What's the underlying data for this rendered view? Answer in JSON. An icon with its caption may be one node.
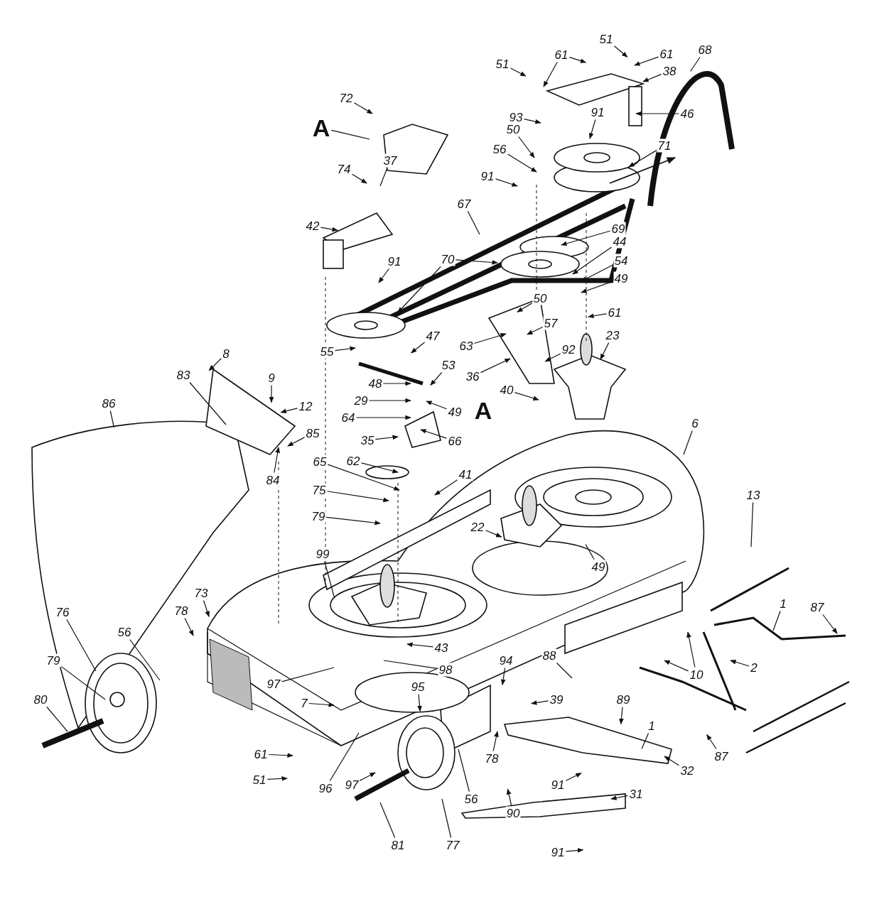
{
  "diagram": {
    "nodes": [
      {
        "text": [
          "51"
        ]
      },
      {
        "text": [
          "61"
        ]
      },
      {
        "text": [
          "38"
        ]
      },
      {
        "text": [
          "61"
        ]
      },
      {
        "text": [
          "51"
        ]
      },
      {
        "text": [
          "72"
        ]
      },
      {
        "text": [
          "A"
        ]
      },
      {
        "text": [
          "93"
        ]
      },
      {
        "text": [
          "91"
        ]
      },
      {
        "text": [
          "46"
        ]
      },
      {
        "text": [
          "50"
        ]
      },
      {
        "text": [
          "68"
        ]
      },
      {
        "text": [
          "71"
        ]
      },
      {
        "text": [
          "56"
        ]
      },
      {
        "text": [
          "91"
        ]
      },
      {
        "text": [
          "74"
        ]
      },
      {
        "text": [
          "37"
        ]
      },
      {
        "text": [
          "67"
        ]
      },
      {
        "text": [
          "42"
        ]
      },
      {
        "text": [
          "69"
        ]
      },
      {
        "text": [
          "44"
        ]
      },
      {
        "text": [
          "91"
        ]
      },
      {
        "text": [
          "70"
        ]
      },
      {
        "text": [
          "54"
        ]
      },
      {
        "text": [
          "49"
        ]
      },
      {
        "text": [
          "50"
        ]
      },
      {
        "text": [
          "61"
        ]
      },
      {
        "text": [
          "57"
        ]
      },
      {
        "text": [
          "47"
        ]
      },
      {
        "text": [
          "92"
        ]
      },
      {
        "text": [
          "23"
        ]
      },
      {
        "text": [
          "63"
        ]
      },
      {
        "text": [
          "8"
        ]
      },
      {
        "text": [
          "55"
        ]
      },
      {
        "text": [
          "53"
        ]
      },
      {
        "text": [
          "36"
        ]
      },
      {
        "text": [
          "83"
        ]
      },
      {
        "text": [
          "9"
        ]
      },
      {
        "text": [
          "48"
        ]
      },
      {
        "text": [
          "40"
        ]
      },
      {
        "text": [
          "29"
        ]
      },
      {
        "text": [
          "64"
        ]
      },
      {
        "text": [
          "12"
        ]
      },
      {
        "text": [
          "49"
        ]
      },
      {
        "text": [
          "86"
        ]
      },
      {
        "text": [
          "6"
        ]
      },
      {
        "text": [
          "85"
        ]
      },
      {
        "text": [
          "35"
        ]
      },
      {
        "text": [
          "66"
        ]
      },
      {
        "text": [
          "62"
        ]
      },
      {
        "text": [
          "65"
        ]
      },
      {
        "text": [
          "41"
        ]
      },
      {
        "text": [
          "84"
        ]
      },
      {
        "text": [
          "75"
        ]
      },
      {
        "text": [
          "13"
        ]
      },
      {
        "text": [
          "79"
        ]
      },
      {
        "text": [
          "22"
        ]
      },
      {
        "text": [
          "49"
        ]
      },
      {
        "text": [
          "99"
        ]
      },
      {
        "text": [
          "78"
        ]
      },
      {
        "text": [
          "73"
        ]
      },
      {
        "text": [
          "76"
        ]
      },
      {
        "text": [
          "1"
        ]
      },
      {
        "text": [
          "87"
        ]
      },
      {
        "text": [
          "56"
        ]
      },
      {
        "text": [
          "79"
        ]
      },
      {
        "text": [
          "43"
        ]
      },
      {
        "text": [
          "98"
        ]
      },
      {
        "text": [
          "94"
        ]
      },
      {
        "text": [
          "88"
        ]
      },
      {
        "text": [
          "2"
        ]
      },
      {
        "text": [
          "10"
        ]
      },
      {
        "text": [
          "97"
        ]
      },
      {
        "text": [
          "80"
        ]
      },
      {
        "text": [
          "7"
        ]
      },
      {
        "text": [
          "95"
        ]
      },
      {
        "text": [
          "39"
        ]
      },
      {
        "text": [
          "89"
        ]
      },
      {
        "text": [
          "1"
        ]
      },
      {
        "text": [
          "87"
        ]
      },
      {
        "text": [
          "61"
        ]
      },
      {
        "text": [
          "78"
        ]
      },
      {
        "text": [
          "32"
        ]
      },
      {
        "text": [
          "51"
        ]
      },
      {
        "text": [
          "96"
        ]
      },
      {
        "text": [
          "97"
        ]
      },
      {
        "text": [
          "91"
        ]
      },
      {
        "text": [
          "31"
        ]
      },
      {
        "text": [
          "56"
        ]
      },
      {
        "text": [
          "90"
        ]
      },
      {
        "text": [
          "81"
        ]
      },
      {
        "text": [
          "77"
        ]
      },
      {
        "text": [
          "91"
        ]
      },
      {
        "text": [
          "A"
        ]
      }
    ],
    "edges": [
      {
        "from": 0,
        "to": null,
        "arrow": "to"
      },
      {
        "from": 1,
        "to": null,
        "arrow": "to"
      },
      {
        "from": 2,
        "to": null,
        "arrow": "to"
      },
      {
        "from": 3,
        "to": null,
        "arrow": "to"
      },
      {
        "from": 3,
        "to": null,
        "arrow": "to"
      },
      {
        "from": 4,
        "to": null,
        "arrow": "to"
      },
      {
        "from": 5,
        "to": null,
        "arrow": "to"
      },
      {
        "from": 6,
        "to": null,
        "arrow": "none"
      },
      {
        "from": 7,
        "to": null,
        "arrow": "to"
      },
      {
        "from": 8,
        "to": null,
        "arrow": "to"
      },
      {
        "from": 9,
        "to": null,
        "arrow": "to"
      },
      {
        "from": 10,
        "to": null,
        "arrow": "to"
      },
      {
        "from": 11,
        "to": null,
        "arrow": "none"
      },
      {
        "from": 12,
        "to": null,
        "arrow": "to"
      },
      {
        "from": 13,
        "to": null,
        "arrow": "to"
      },
      {
        "from": 14,
        "to": null,
        "arrow": "to"
      },
      {
        "from": 15,
        "to": null,
        "arrow": "to"
      },
      {
        "from": 16,
        "to": null,
        "arrow": "none"
      },
      {
        "from": 17,
        "to": null,
        "arrow": "none"
      },
      {
        "from": 18,
        "to": null,
        "arrow": "to"
      },
      {
        "from": 19,
        "to": null,
        "arrow": "to"
      },
      {
        "from": 20,
        "to": null,
        "arrow": "to"
      },
      {
        "from": 21,
        "to": null,
        "arrow": "to"
      },
      {
        "from": 22,
        "to": null,
        "arrow": "to"
      },
      {
        "from": 22,
        "to": null,
        "arrow": "to"
      },
      {
        "from": 23,
        "to": null,
        "arrow": "to"
      },
      {
        "from": 24,
        "to": null,
        "arrow": "to"
      },
      {
        "from": 25,
        "to": null,
        "arrow": "to"
      },
      {
        "from": 26,
        "to": null,
        "arrow": "to"
      },
      {
        "from": 27,
        "to": null,
        "arrow": "to"
      },
      {
        "from": 28,
        "to": null,
        "arrow": "to"
      },
      {
        "from": 29,
        "to": null,
        "arrow": "to"
      },
      {
        "from": 30,
        "to": null,
        "arrow": "to"
      },
      {
        "from": 31,
        "to": null,
        "arrow": "to"
      },
      {
        "from": 32,
        "to": null,
        "arrow": "to"
      },
      {
        "from": 33,
        "to": null,
        "arrow": "to"
      },
      {
        "from": 34,
        "to": null,
        "arrow": "to"
      },
      {
        "from": 35,
        "to": null,
        "arrow": "to"
      },
      {
        "from": 36,
        "to": null,
        "arrow": "none"
      },
      {
        "from": 37,
        "to": null,
        "arrow": "to"
      },
      {
        "from": 38,
        "to": null,
        "arrow": "to"
      },
      {
        "from": 39,
        "to": null,
        "arrow": "to"
      },
      {
        "from": 40,
        "to": null,
        "arrow": "to"
      },
      {
        "from": 41,
        "to": null,
        "arrow": "to"
      },
      {
        "from": 42,
        "to": null,
        "arrow": "to"
      },
      {
        "from": 43,
        "to": null,
        "arrow": "to"
      },
      {
        "from": 44,
        "to": null,
        "arrow": "none"
      },
      {
        "from": 45,
        "to": null,
        "arrow": "none"
      },
      {
        "from": 46,
        "to": null,
        "arrow": "to"
      },
      {
        "from": 47,
        "to": null,
        "arrow": "to"
      },
      {
        "from": 48,
        "to": null,
        "arrow": "to"
      },
      {
        "from": 49,
        "to": null,
        "arrow": "to"
      },
      {
        "from": 50,
        "to": null,
        "arrow": "to"
      },
      {
        "from": 51,
        "to": null,
        "arrow": "to"
      },
      {
        "from": 52,
        "to": null,
        "arrow": "to"
      },
      {
        "from": 53,
        "to": null,
        "arrow": "to"
      },
      {
        "from": 54,
        "to": null,
        "arrow": "none"
      },
      {
        "from": 55,
        "to": null,
        "arrow": "to"
      },
      {
        "from": 56,
        "to": null,
        "arrow": "to"
      },
      {
        "from": 57,
        "to": null,
        "arrow": "none"
      },
      {
        "from": 58,
        "to": null,
        "arrow": "none"
      },
      {
        "from": 59,
        "to": null,
        "arrow": "to"
      },
      {
        "from": 60,
        "to": null,
        "arrow": "to"
      },
      {
        "from": 61,
        "to": null,
        "arrow": "none"
      },
      {
        "from": 62,
        "to": null,
        "arrow": "none"
      },
      {
        "from": 63,
        "to": null,
        "arrow": "to"
      },
      {
        "from": 64,
        "to": null,
        "arrow": "none"
      },
      {
        "from": 65,
        "to": null,
        "arrow": "none"
      },
      {
        "from": 66,
        "to": null,
        "arrow": "to"
      },
      {
        "from": 67,
        "to": null,
        "arrow": "none"
      },
      {
        "from": 68,
        "to": null,
        "arrow": "to"
      },
      {
        "from": 69,
        "to": null,
        "arrow": "none"
      },
      {
        "from": 70,
        "to": null,
        "arrow": "to"
      },
      {
        "from": 71,
        "to": null,
        "arrow": "to"
      },
      {
        "from": 71,
        "to": null,
        "arrow": "to"
      },
      {
        "from": 72,
        "to": null,
        "arrow": "none"
      },
      {
        "from": 73,
        "to": null,
        "arrow": "none"
      },
      {
        "from": 74,
        "to": null,
        "arrow": "to"
      },
      {
        "from": 75,
        "to": null,
        "arrow": "to"
      },
      {
        "from": 76,
        "to": null,
        "arrow": "to"
      },
      {
        "from": 77,
        "to": null,
        "arrow": "to"
      },
      {
        "from": 78,
        "to": null,
        "arrow": "none"
      },
      {
        "from": 79,
        "to": null,
        "arrow": "to"
      },
      {
        "from": 80,
        "to": null,
        "arrow": "to"
      },
      {
        "from": 81,
        "to": null,
        "arrow": "to"
      },
      {
        "from": 82,
        "to": null,
        "arrow": "to"
      },
      {
        "from": 83,
        "to": null,
        "arrow": "to"
      },
      {
        "from": 84,
        "to": null,
        "arrow": "none"
      },
      {
        "from": 85,
        "to": null,
        "arrow": "to"
      },
      {
        "from": 86,
        "to": null,
        "arrow": "to"
      },
      {
        "from": 87,
        "to": null,
        "arrow": "to"
      },
      {
        "from": 88,
        "to": null,
        "arrow": "none"
      },
      {
        "from": 89,
        "to": null,
        "arrow": "to"
      },
      {
        "from": 90,
        "to": null,
        "arrow": "none"
      },
      {
        "from": 91,
        "to": null,
        "arrow": "none"
      },
      {
        "from": 92,
        "to": null,
        "arrow": "to"
      }
    ],
    "labels": []
  }
}
